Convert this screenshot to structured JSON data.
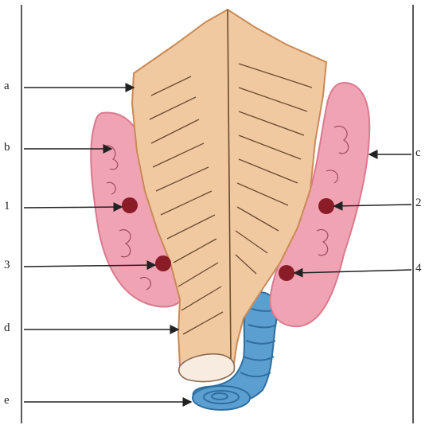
{
  "labels": {
    "a": "a",
    "b": "b",
    "c": "c",
    "d": "d",
    "e": "e",
    "n1": "1",
    "n2": "2",
    "n3": "3",
    "n4": "4"
  },
  "colors": {
    "larynx": "#f0c9a0",
    "larynx_stroke": "#c98a57",
    "gland": "#f0a3b3",
    "gland_stroke": "#d97a8e",
    "trachea": "#5b9fd1",
    "trachea_stroke": "#2f6f9e",
    "dot": "#8a1c28",
    "line": "#222222"
  }
}
